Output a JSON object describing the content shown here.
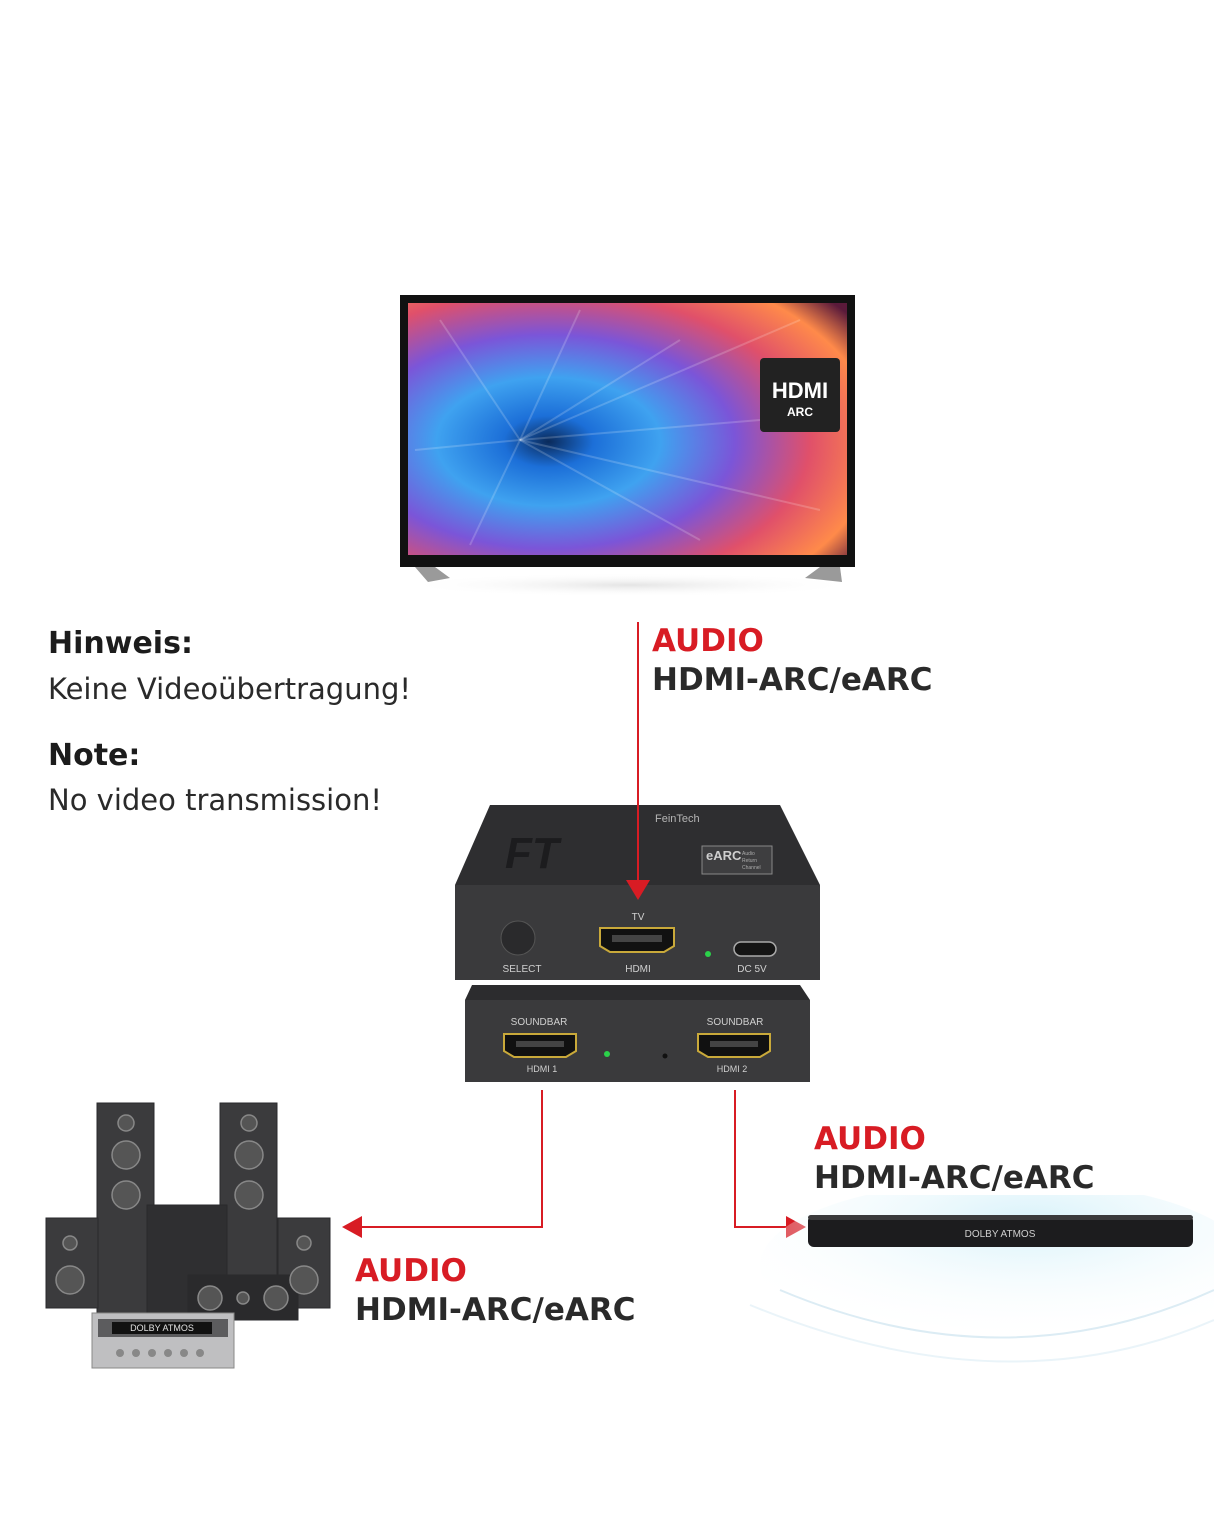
{
  "tv": {
    "badge_main": "HDMI",
    "badge_sub": "ARC"
  },
  "notes": {
    "de_title": "Hinweis:",
    "de_text": "Keine Videoübertragung!",
    "en_title": "Note:",
    "en_text": "No video transmission!"
  },
  "labels": {
    "tv": {
      "audio": "AUDIO",
      "connection": "HDMI-ARC/eARC"
    },
    "soundbar": {
      "audio": "AUDIO",
      "connection": "HDMI-ARC/eARC"
    },
    "speakers": {
      "audio": "AUDIO",
      "connection": "HDMI-ARC/eARC"
    }
  },
  "device": {
    "brand": "FeinTech",
    "logo": "FT",
    "earc_badge": "eARC",
    "earc_sub_1": "Audio",
    "earc_sub_2": "Return",
    "earc_sub_3": "Channel",
    "tv_label": "TV",
    "select_label": "SELECT",
    "hdmi_label": "HDMI",
    "dc_label": "DC 5V",
    "soundbar1_label": "SOUNDBAR",
    "soundbar2_label": "SOUNDBAR",
    "hdmi1_label": "HDMI 1",
    "hdmi2_label": "HDMI 2"
  },
  "soundbar_display": "DOLBY ATMOS",
  "receiver_display": "DOLBY ATMOS",
  "colors": {
    "arrow": "#d81c24",
    "device": "#3a3a3c",
    "led": "#2bd14a"
  }
}
